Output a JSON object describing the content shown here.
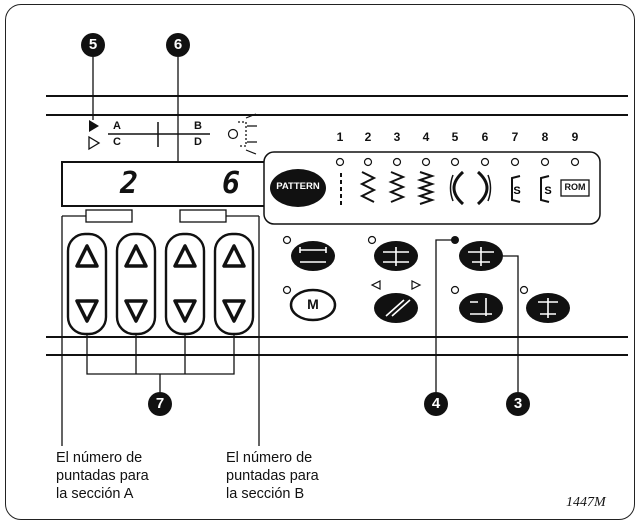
{
  "callouts": {
    "n3": "3",
    "n4": "4",
    "n5": "5",
    "n6": "6",
    "n7": "7"
  },
  "display": {
    "left_digit": "2",
    "right_digit": "6",
    "label_a": "A",
    "label_b": "B",
    "label_c": "C",
    "label_d": "D"
  },
  "pattern_numbers": [
    "1",
    "2",
    "3",
    "4",
    "5",
    "6",
    "7",
    "8",
    "9"
  ],
  "buttons": {
    "pattern": "PATTERN",
    "rom": "ROM",
    "memory": "M"
  },
  "captions": {
    "section_a": [
      "El número de",
      "puntadas para",
      "la sección A"
    ],
    "section_b": [
      "El número de",
      "puntadas para",
      "la sección B"
    ]
  },
  "figure_id": "1447M"
}
